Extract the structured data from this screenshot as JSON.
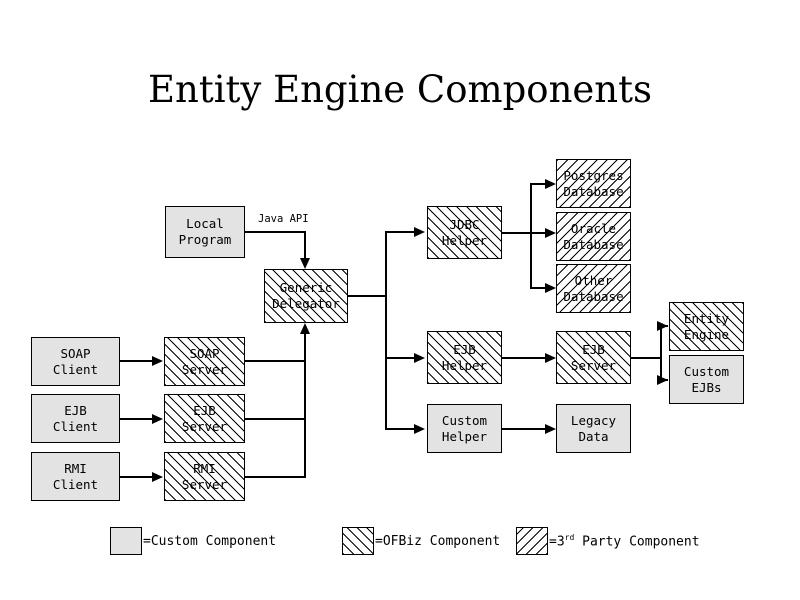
{
  "slide": {
    "title": "Entity Engine Components"
  },
  "nodes": {
    "local_program": {
      "line1": "Local",
      "line2": "Program",
      "type": "custom"
    },
    "generic_delegator": {
      "line1": "Generic",
      "line2": "Delegator",
      "type": "ofbiz"
    },
    "soap_client": {
      "line1": "SOAP",
      "line2": "Client",
      "type": "custom"
    },
    "ejb_client": {
      "line1": "EJB",
      "line2": "Client",
      "type": "custom"
    },
    "rmi_client": {
      "line1": "RMI",
      "line2": "Client",
      "type": "custom"
    },
    "soap_server": {
      "line1": "SOAP",
      "line2": "Server",
      "type": "ofbiz"
    },
    "ejb_server_left": {
      "line1": "EJB",
      "line2": "Server",
      "type": "ofbiz"
    },
    "rmi_server": {
      "line1": "RMI",
      "line2": "Server",
      "type": "ofbiz"
    },
    "jdbc_helper": {
      "line1": "JDBC",
      "line2": "Helper",
      "type": "ofbiz"
    },
    "ejb_helper": {
      "line1": "EJB",
      "line2": "Helper",
      "type": "ofbiz"
    },
    "custom_helper": {
      "line1": "Custom",
      "line2": "Helper",
      "type": "custom"
    },
    "postgres_db": {
      "line1": "Postgres",
      "line2": "Database",
      "type": "third"
    },
    "oracle_db": {
      "line1": "Oracle",
      "line2": "Database",
      "type": "third"
    },
    "other_db": {
      "line1": "Other",
      "line2": "Database",
      "type": "third"
    },
    "ejb_server_right": {
      "line1": "EJB",
      "line2": "Server",
      "type": "ofbiz"
    },
    "legacy_data": {
      "line1": "Legacy",
      "line2": "Data",
      "type": "custom"
    },
    "entity_engine": {
      "line1": "Entity",
      "line2": "Engine",
      "type": "ofbiz"
    },
    "custom_ejbs": {
      "line1": "Custom",
      "line2": "EJBs",
      "type": "custom"
    }
  },
  "edges": {
    "java_api_label": "Java API"
  },
  "legend": [
    {
      "key": "custom",
      "text": "=Custom Component"
    },
    {
      "key": "ofbiz",
      "text": "=OFBiz Component"
    },
    {
      "key": "third",
      "text": "=3",
      "sup": "rd",
      "text2": " Party Component"
    }
  ],
  "colors": {
    "background": "#ffffff",
    "stroke": "#000000",
    "custom_fill": "#e3e3e3",
    "hatch_fill": "#ffffff"
  }
}
